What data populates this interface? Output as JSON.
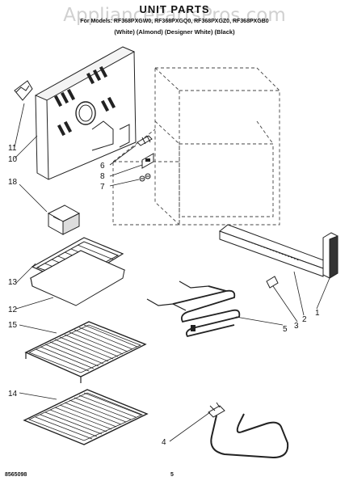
{
  "header": {
    "title": "UNIT PARTS",
    "models_line": "For Models: RF368PXGW0, RF368PXGQ0, RF368PXGZ0, RF368PXGB0",
    "colors_line": "(White) (Almond) (Designer White) (Black)"
  },
  "watermark": "AppliancePartsPros.com",
  "callouts": [
    "1",
    "2",
    "3",
    "4",
    "5",
    "6",
    "7",
    "8",
    "10",
    "11",
    "12",
    "13",
    "14",
    "15",
    "18"
  ],
  "footer": {
    "doc_number": "8565098",
    "page_number": "5"
  }
}
